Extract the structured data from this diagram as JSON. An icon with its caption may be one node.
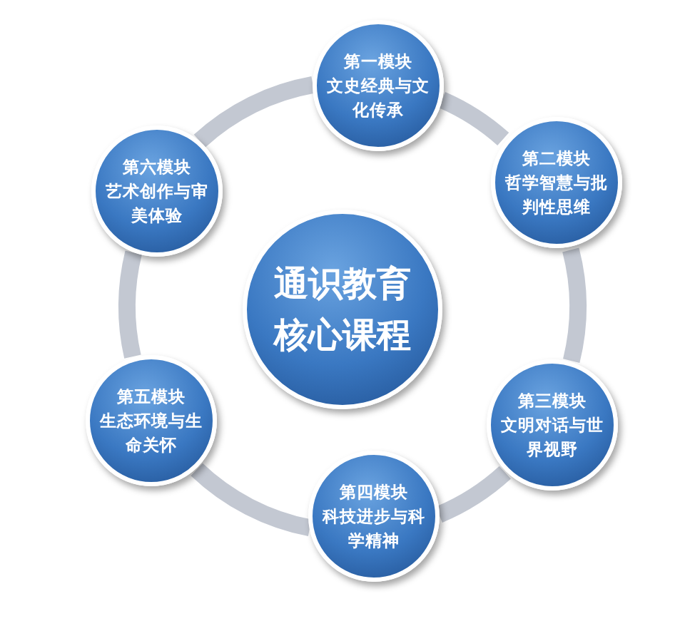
{
  "diagram": {
    "nodes": [
      {
        "text": [
          "通识教育核心课程"
        ]
      },
      {
        "text": [
          "第一模块",
          "文史经典与文化传承"
        ]
      },
      {
        "text": [
          "第二模块",
          "哲学智慧与批判性思维"
        ]
      },
      {
        "text": [
          "第三模块",
          "文明对话与世界视野"
        ]
      },
      {
        "text": [
          "第四模块",
          "科技进步与科学精神"
        ]
      },
      {
        "text": [
          "第五模块",
          "生态环境与生命关怀"
        ]
      },
      {
        "text": [
          "第六模块",
          "艺术创作与审美体验"
        ]
      }
    ],
    "edges": [
      {
        "from": 1,
        "to": 2,
        "arrow": "none"
      },
      {
        "from": 2,
        "to": 3,
        "arrow": "none"
      },
      {
        "from": 3,
        "to": 4,
        "arrow": "none"
      },
      {
        "from": 4,
        "to": 5,
        "arrow": "none"
      },
      {
        "from": 5,
        "to": 6,
        "arrow": "none"
      },
      {
        "from": 6,
        "to": 1,
        "arrow": "none"
      }
    ]
  }
}
